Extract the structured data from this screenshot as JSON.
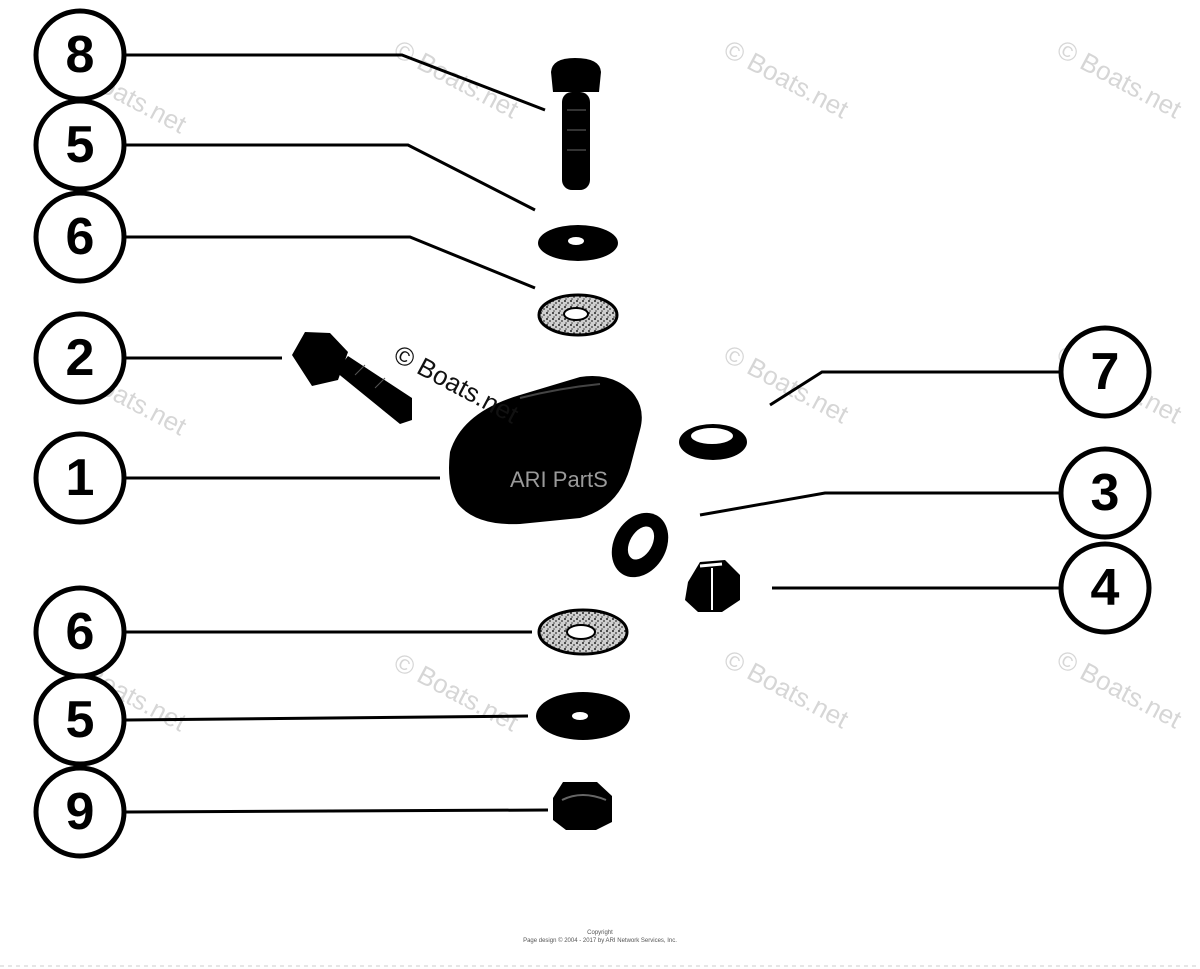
{
  "callouts": {
    "c8": "8",
    "c5_top": "5",
    "c6_top": "6",
    "c2": "2",
    "c1": "1",
    "c6_bottom": "6",
    "c5_bottom": "5",
    "c9": "9",
    "c7": "7",
    "c3": "3",
    "c4": "4"
  },
  "watermark": {
    "text": "© Boats.net",
    "center_text": "© Boats.net",
    "ari_text": "ARI PartS"
  },
  "footer": {
    "line1": "Copyright",
    "line2": "Page design © 2004 - 2017 by ARI Network Services, Inc."
  },
  "colors": {
    "ink": "#000000",
    "watermark": "#d6d6d6",
    "background": "#ffffff"
  }
}
